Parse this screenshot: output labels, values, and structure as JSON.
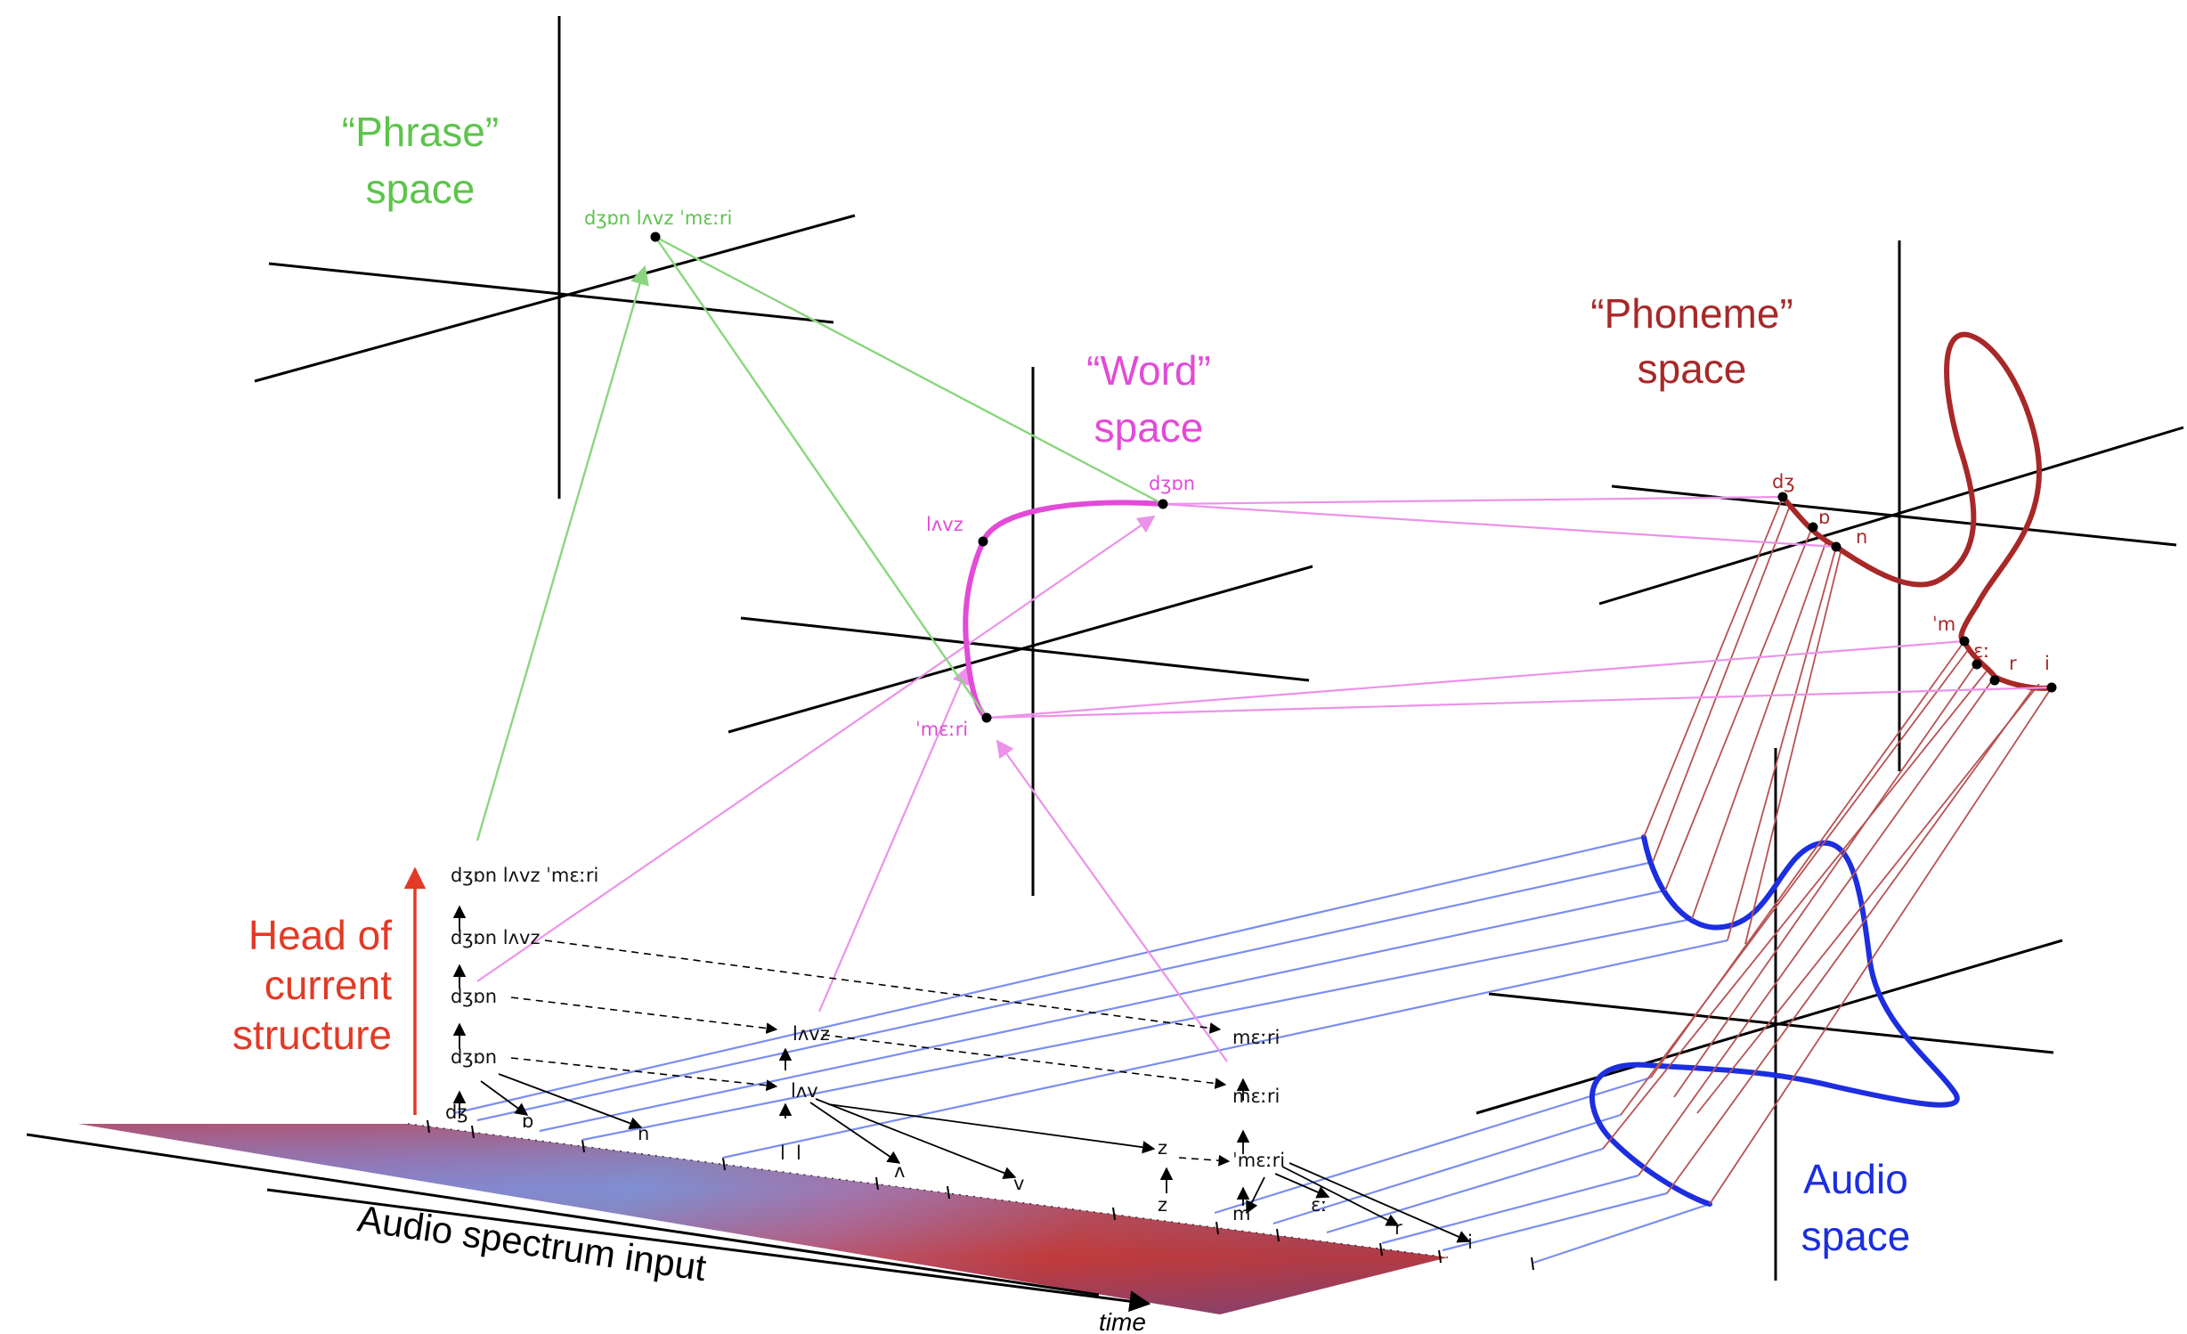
{
  "colors": {
    "phrase": "#5cc44a",
    "word": "#e24bd8",
    "phoneme": "#a82828",
    "audio": "#1c2ee0",
    "head": "#e23a26",
    "axis": "#000000",
    "link_blue": "#7a8ef0",
    "link_red": "#b85252",
    "link_pink": "#ec92ea",
    "link_green": "#8ad67e"
  },
  "spaces": {
    "phrase": {
      "title_line1": "“Phrase”",
      "title_line2": "space"
    },
    "word": {
      "title_line1": "“Word”",
      "title_line2": "space"
    },
    "phoneme": {
      "title_line1": "“Phoneme”",
      "title_line2": "space"
    },
    "audio": {
      "title_line1": "Audio",
      "title_line2": "space"
    }
  },
  "head_label": {
    "line1": "Head of",
    "line2": "current",
    "line3": "structure"
  },
  "audio_input_label": "Audio spectrum input",
  "time_label": "time",
  "phrase_point": "dʒɒn lʌvz ˈmɛːri",
  "word_points": {
    "john": "dʒɒn",
    "loves": "lʌvz",
    "mary": "ˈmɛːri"
  },
  "phoneme_points": {
    "dz": "dʒ",
    "o": "ɒ",
    "n": "n",
    "m": "ˈm",
    "e": "ɛː",
    "r": "r",
    "i": "i"
  },
  "stack": {
    "level4": "dʒɒn lʌvz ˈmɛːri",
    "level3": "dʒɒn lʌvz",
    "level2_john": "dʒɒn",
    "level2_loves": "lʌvz",
    "level2_mary": "mɛːri",
    "level1_john": "dʒɒn",
    "level1_loves": "lʌv",
    "level1_mary": "mɛːri",
    "level1_z": "z",
    "level0_mary": "ˈmɛːri",
    "ph_dz": "dʒ",
    "ph_o": "ɒ",
    "ph_n": "n",
    "ph_l": "l",
    "ph_l2": "l",
    "ph_a": "ʌ",
    "ph_v": "v",
    "ph_z": "z",
    "ph_m": "m",
    "ph_e": "ɛː",
    "ph_r": "r",
    "ph_i": "i"
  }
}
